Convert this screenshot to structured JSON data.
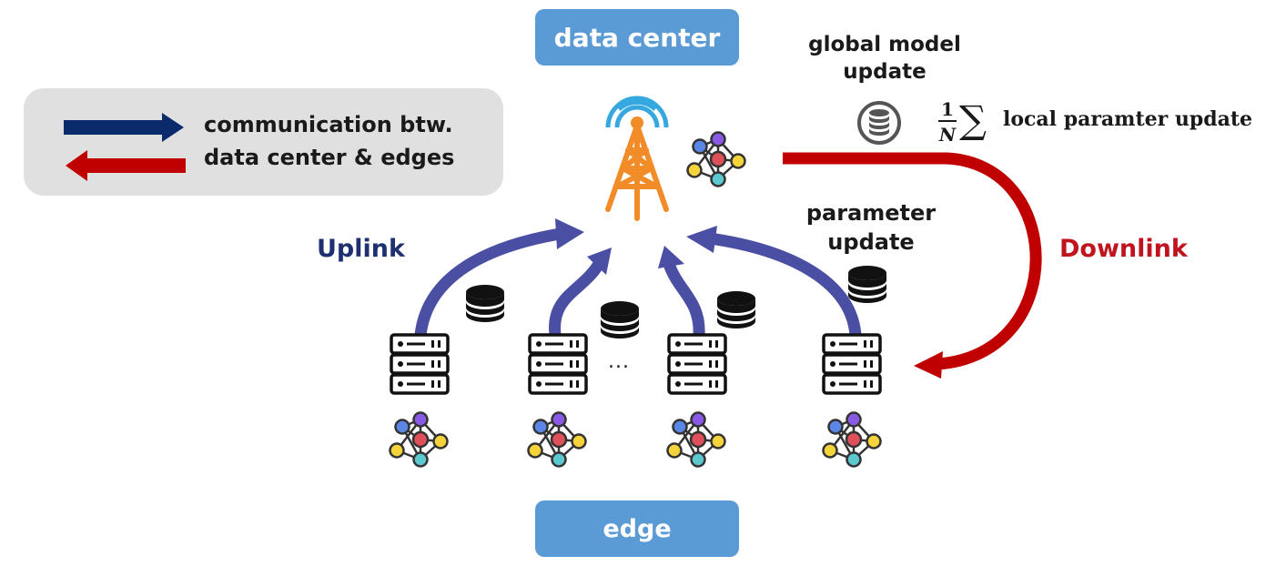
{
  "labels": {
    "data_center": "data center",
    "edge": "edge",
    "uplink": "Uplink",
    "downlink": "Downlink",
    "parameter_update_line1": "parameter",
    "parameter_update_line2": "update",
    "global_update_line1": "global model",
    "global_update_line2": "update",
    "ellipsis": "..."
  },
  "legend": {
    "line1": "communication btw.",
    "line2": "data center & edges",
    "arrows": [
      {
        "direction": "right",
        "color": "#0b2a6b"
      },
      {
        "direction": "left",
        "color": "#c00000"
      }
    ]
  },
  "formula": {
    "numerator": "1",
    "denominator": "N",
    "operator": "∑",
    "text": "local paramter update"
  },
  "colors": {
    "box_blue": "#5b9bd5",
    "uplink_arrow": "#4a4fa3",
    "downlink_arrow": "#c00000",
    "uplink_text": "#1f3070",
    "downlink_text": "#c0141e",
    "tower": "#f28c28",
    "signal": "#35a8e0"
  },
  "icons": {
    "tower": "radio-tower-icon",
    "global_db": "database-circle-icon",
    "server": "server-rack-icon",
    "database": "database-icon",
    "neural_net": "neural-network-icon"
  },
  "edges": [
    {
      "id": "edge-1"
    },
    {
      "id": "edge-2"
    },
    {
      "id": "edge-3"
    },
    {
      "id": "edge-N"
    }
  ]
}
